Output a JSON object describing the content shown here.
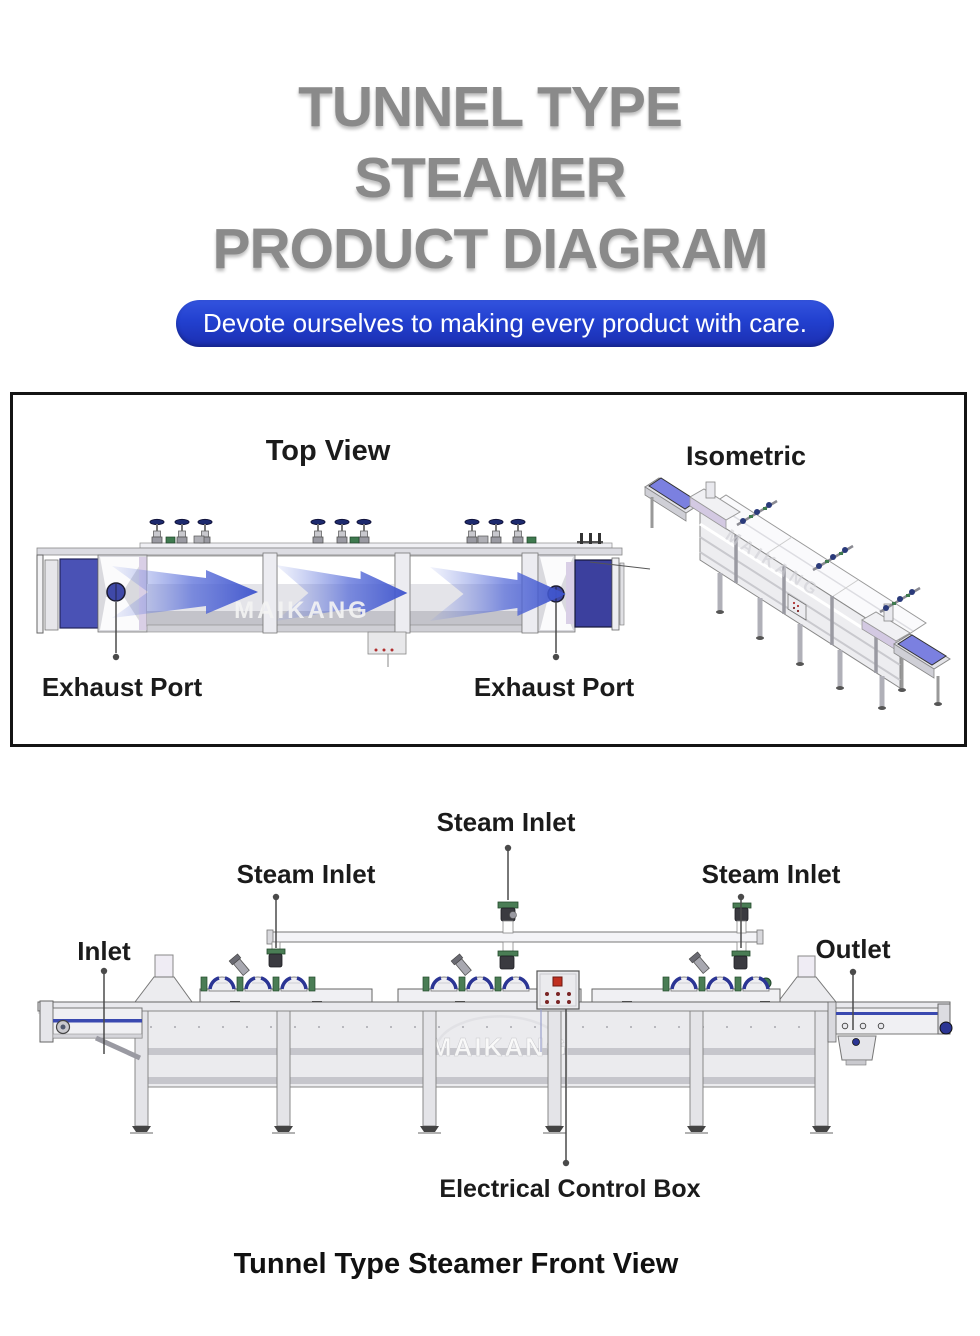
{
  "header": {
    "title_lines": [
      "TUNNEL TYPE",
      "STEAMER",
      "PRODUCT DIAGRAM"
    ],
    "banner_text": "Devote ourselves to making every product with care.",
    "title_color": "#8a8a8a",
    "banner_gradient_top": "#3353de",
    "banner_gradient_bottom": "#1b2eb0"
  },
  "views_panel": {
    "top_view_label": "Top View",
    "isometric_label": "Isometric",
    "exhaust_port_labels": [
      "Exhaust Port",
      "Exhaust Port"
    ],
    "watermark": "MAIKANG"
  },
  "front_view": {
    "steam_inlet_labels": [
      "Steam Inlet",
      "Steam Inlet",
      "Steam Inlet"
    ],
    "inlet_label": "Inlet",
    "outlet_label": "Outlet",
    "control_box_label": "Electrical Control Box",
    "caption": "Tunnel Type Steamer Front View",
    "watermark": "MAIKANG"
  },
  "colors": {
    "arrow_blue": "#4a5fd4",
    "end_panel_blue": "#4a52b5",
    "end_panel_blue_dark": "#3c409e",
    "dome_band_blue": "#2b3594",
    "belt_blue": "#7b80e0",
    "belt_stripe_blue": "#3a49b0",
    "flange_green": "#4a7d55",
    "button_red": "#c03020",
    "machine_gray": "#ebebee",
    "leader_gray": "#4a4a4a"
  }
}
